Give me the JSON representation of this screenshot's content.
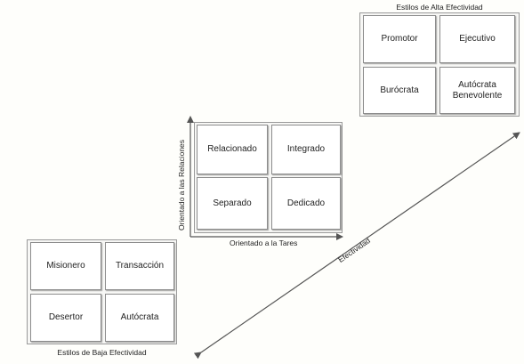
{
  "high_effectiveness": {
    "caption": "Estilos de Alta Efectividad",
    "boxes": [
      "Promotor",
      "Ejecutivo",
      "Burócrata",
      "Autócrata\nBenevolente"
    ]
  },
  "basic_styles": {
    "boxes": [
      "Relacionado",
      "Integrado",
      "Separado",
      "Dedicado"
    ],
    "y_axis_label": "Orientado a las Relaciones",
    "x_axis_label": "Orientado a la Tares"
  },
  "low_effectiveness": {
    "caption": "Estilos de Baja Efectividad",
    "boxes": [
      "Misionero",
      "Transacción",
      "Desertor",
      "Autócrata"
    ]
  },
  "effectiveness_axis": {
    "label": "Efectividad"
  }
}
